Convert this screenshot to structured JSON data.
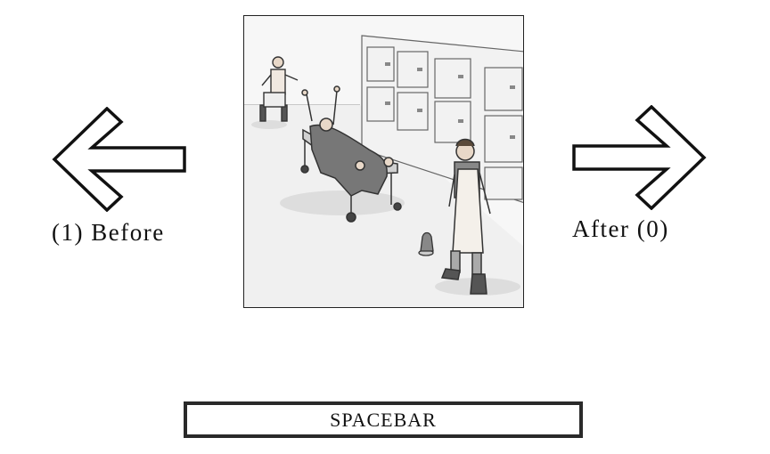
{
  "navigation": {
    "before_label": "(1) Before",
    "after_label": "After (0)",
    "left_arrow_icon": "arrow-left-outline-icon",
    "right_arrow_icon": "arrow-right-outline-icon"
  },
  "stimulus": {
    "image_kind": "cartoon-illustration"
  },
  "controls": {
    "spacebar_label": "SPACEBAR"
  },
  "colors": {
    "outline": "#111111",
    "background": "#ffffff"
  }
}
